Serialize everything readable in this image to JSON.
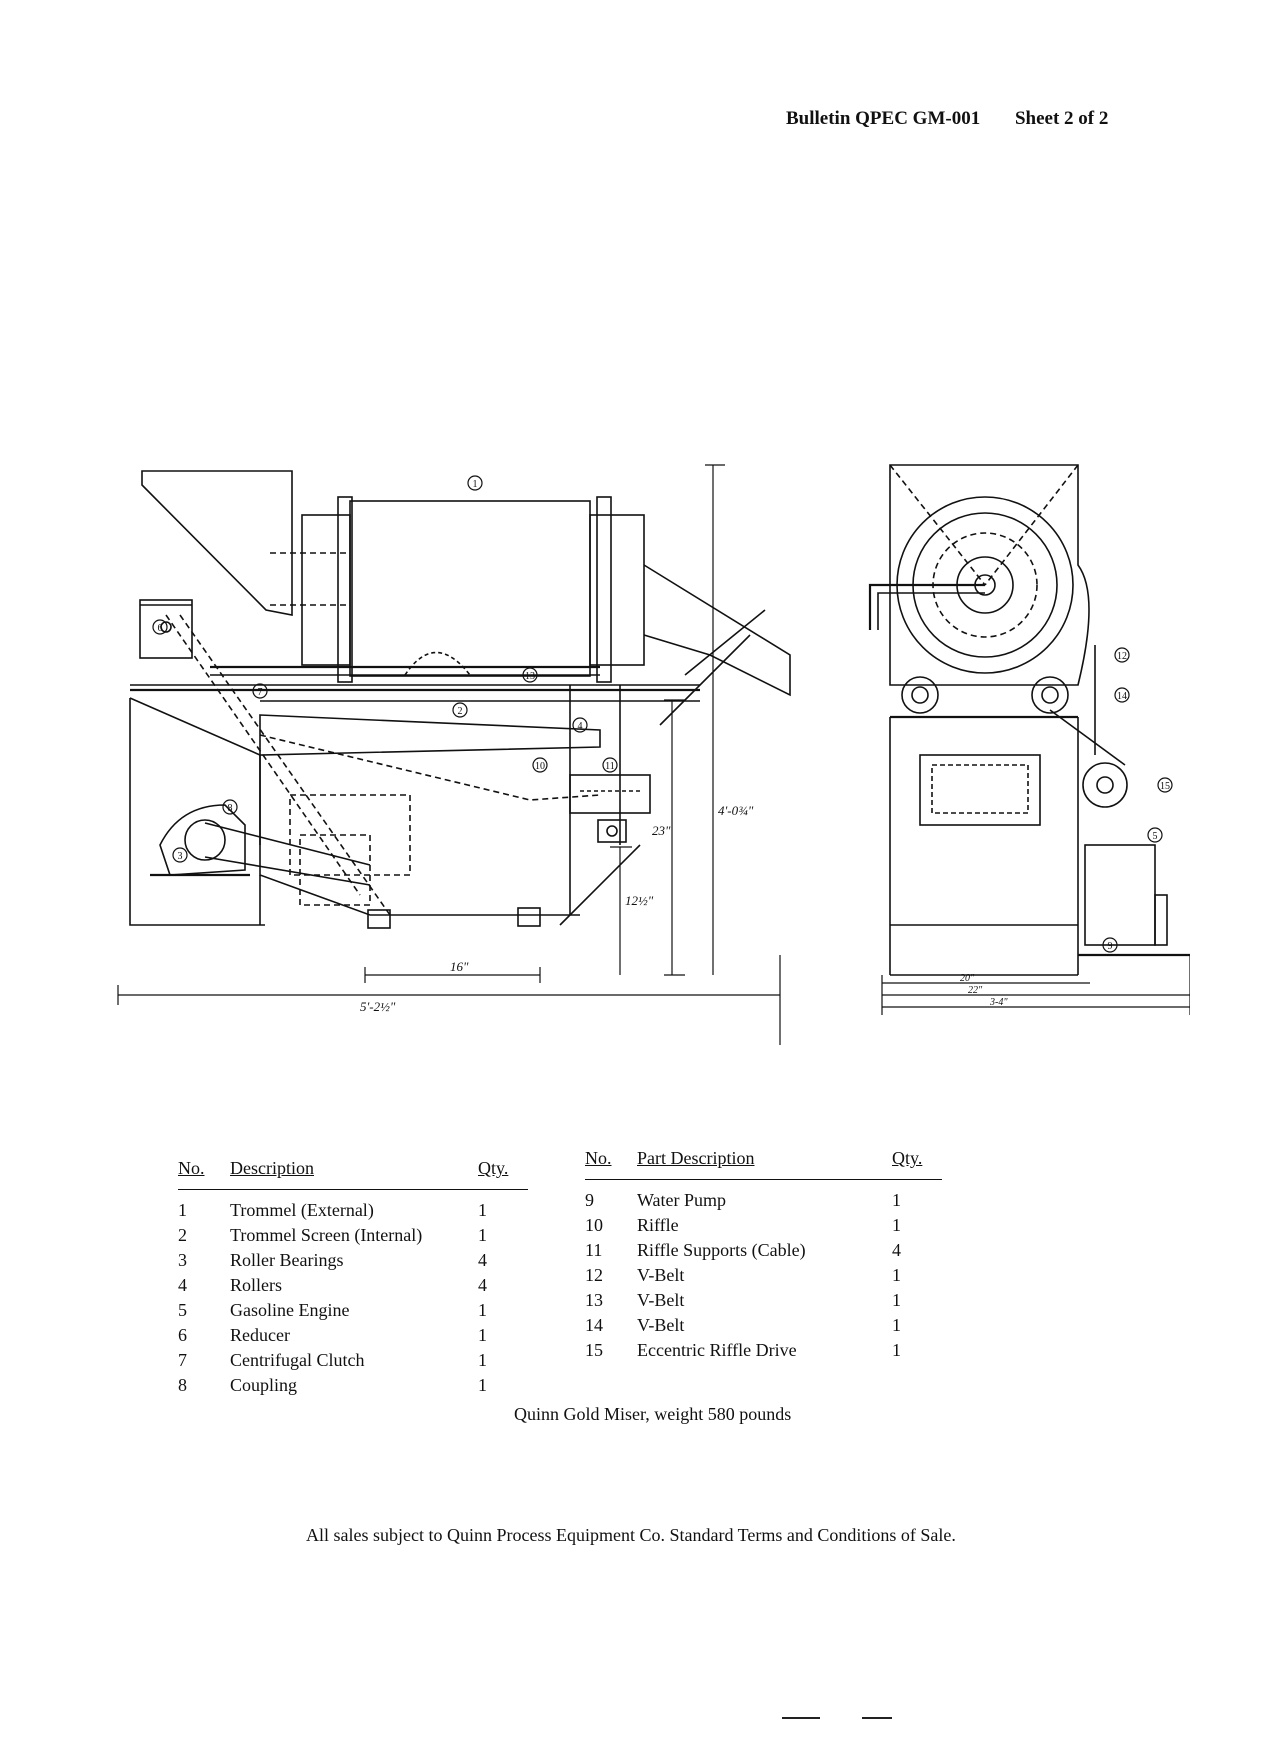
{
  "header": {
    "bulletin": "Bulletin QPEC GM-001",
    "sheet": "Sheet 2 of 2"
  },
  "drawing": {
    "callouts": [
      "1",
      "2",
      "3",
      "4",
      "5",
      "6",
      "7",
      "8",
      "9",
      "10",
      "11",
      "12",
      "13",
      "14",
      "15"
    ],
    "dimensions": {
      "overall_length": "5'-2½\"",
      "base_length": "16\"",
      "height_mid": "23\"",
      "height_low": "12½\"",
      "height_total": "4'-0¾\"",
      "width_inner": "20\"",
      "width_mid": "22\"",
      "width_total": "3-4\""
    }
  },
  "parts_table_left": {
    "headers": {
      "no": "No.",
      "description": "Description",
      "qty": "Qty."
    },
    "rows": [
      {
        "no": "1",
        "description": "Trommel (External)",
        "qty": "1"
      },
      {
        "no": "2",
        "description": "Trommel Screen (Internal)",
        "qty": "1"
      },
      {
        "no": "3",
        "description": "Roller Bearings",
        "qty": "4"
      },
      {
        "no": "4",
        "description": "Rollers",
        "qty": "4"
      },
      {
        "no": "5",
        "description": "Gasoline Engine",
        "qty": "1"
      },
      {
        "no": "6",
        "description": "Reducer",
        "qty": "1"
      },
      {
        "no": "7",
        "description": "Centrifugal Clutch",
        "qty": "1"
      },
      {
        "no": "8",
        "description": "Coupling",
        "qty": "1"
      }
    ]
  },
  "parts_table_right": {
    "headers": {
      "no": "No.",
      "description": "Part Description",
      "qty": "Qty."
    },
    "rows": [
      {
        "no": "9",
        "description": "Water Pump",
        "qty": "1"
      },
      {
        "no": "10",
        "description": "Riffle",
        "qty": "1"
      },
      {
        "no": "11",
        "description": "Riffle Supports (Cable)",
        "qty": "4"
      },
      {
        "no": "12",
        "description": "V-Belt",
        "qty": "1"
      },
      {
        "no": "13",
        "description": "V-Belt",
        "qty": "1"
      },
      {
        "no": "14",
        "description": "V-Belt",
        "qty": "1"
      },
      {
        "no": "15",
        "description": "Eccentric Riffle Drive",
        "qty": "1"
      }
    ]
  },
  "caption": "Quinn Gold Miser, weight 580 pounds",
  "footer": "All sales subject to Quinn Process Equipment Co. Standard Terms and Conditions of Sale."
}
